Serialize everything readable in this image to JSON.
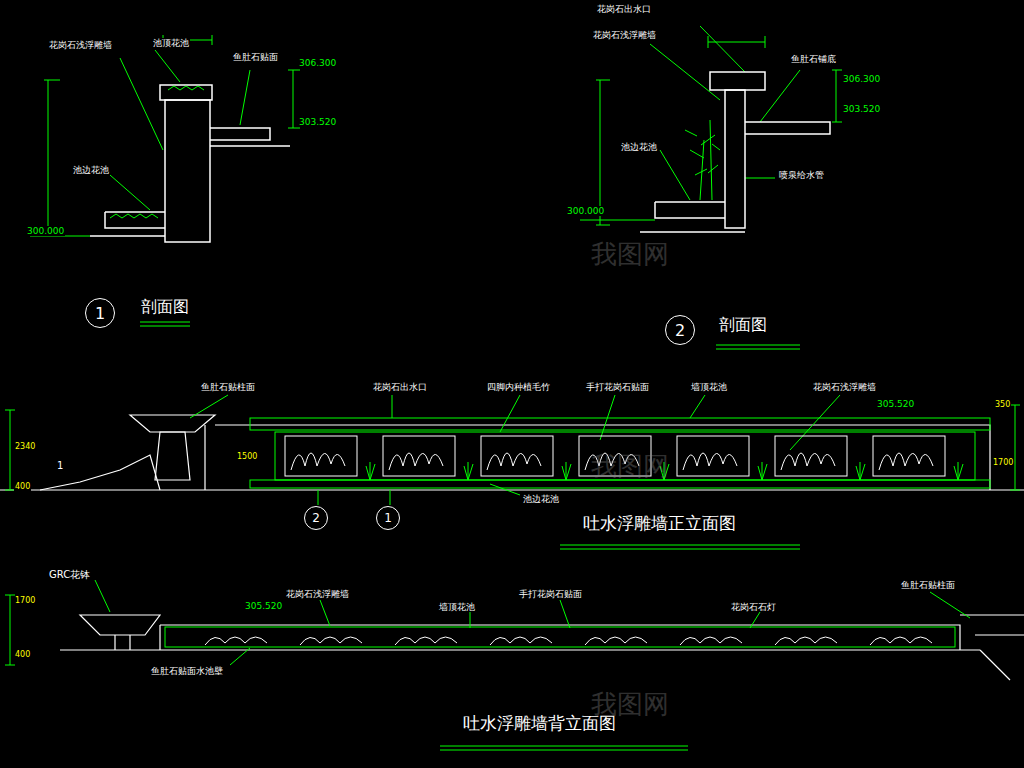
{
  "diagram": {
    "nodes": [
      {
        "text": [
          "1"
        ]
      },
      {
        "text": [
          "2"
        ]
      },
      {
        "text": [
          "2"
        ]
      },
      {
        "text": [
          "1"
        ]
      }
    ],
    "labels": [
      "池顶花池",
      "花岗石浅浮雕墙",
      "鱼肚石贴面",
      "306.300",
      "303.520",
      "池边花池",
      "300.000",
      "剖面图",
      "花岗石出水口",
      "花岗石浅浮雕墙",
      "鱼肚石铺底",
      "306.300",
      "303.520",
      "池边花池",
      "喷泉给水管",
      "300.000",
      "剖面图",
      "鱼肚石贴柱面",
      "花岗石出水口",
      "四脚内种植毛竹",
      "手打花岗石贴面",
      "墙顶花池",
      "花岗石浅浮雕墙",
      "305.520",
      "池边花池",
      "吐水浮雕墙正立面图",
      "2340",
      "400",
      "1500",
      "350",
      "1700",
      "1",
      "GRC花钵",
      "1700",
      "400",
      "305.520",
      "花岗石浅浮雕墙",
      "墙顶花池",
      "手打花岗石贴面",
      "花岗石石灯",
      "鱼肚石贴柱面",
      "鱼肚石贴面水池壁",
      "吐水浮雕墙背立面图",
      "我图网",
      "我图网",
      "我图网"
    ]
  }
}
